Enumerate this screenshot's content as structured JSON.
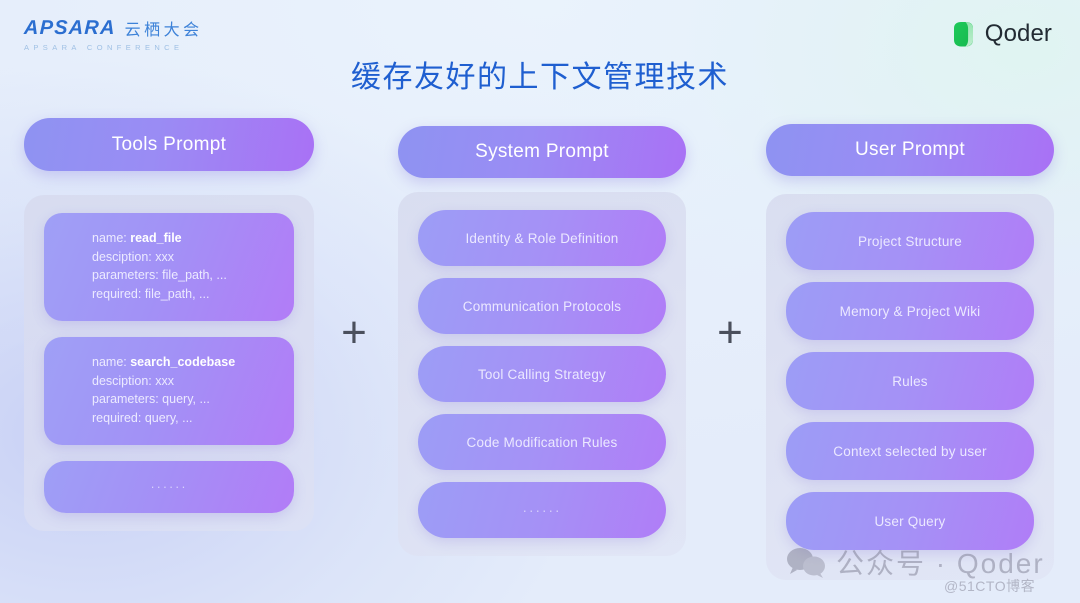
{
  "brand": {
    "apsara_word": "APSARA",
    "apsara_cn": "云栖大会",
    "apsara_sub": "APSARA  CONFERENCE",
    "qoder_name": "Qoder",
    "qoder_icon": "qoder-cube-icon"
  },
  "title": "缓存友好的上下文管理技术",
  "operators": {
    "plus_1": "+",
    "plus_2": "+"
  },
  "columns": [
    {
      "header": "Tools Prompt",
      "cards": [
        {
          "type": "tool",
          "lines": [
            {
              "label": "name: ",
              "value": "read_file",
              "bold": true
            },
            {
              "label": "desciption: ",
              "value": "xxx",
              "bold": false
            },
            {
              "label": "parameters: ",
              "value": "file_path, ...",
              "bold": false
            },
            {
              "label": "required: ",
              "value": "file_path, ...",
              "bold": false
            }
          ]
        },
        {
          "type": "tool",
          "lines": [
            {
              "label": "name: ",
              "value": "search_codebase",
              "bold": true
            },
            {
              "label": "desciption: ",
              "value": "xxx",
              "bold": false
            },
            {
              "label": "parameters: ",
              "value": "query, ...",
              "bold": false
            },
            {
              "label": "required: ",
              "value": "query, ...",
              "bold": false
            }
          ]
        },
        {
          "type": "ellipsis",
          "text": "······"
        }
      ]
    },
    {
      "header": "System Prompt",
      "items": [
        "Identity & Role Definition",
        "Communication Protocols",
        "Tool Calling Strategy",
        "Code Modification Rules",
        "······"
      ]
    },
    {
      "header": "User Prompt",
      "items": [
        "Project Structure",
        "Memory & Project Wiki",
        "Rules",
        "Context selected by user",
        "User Query"
      ]
    }
  ],
  "watermark": {
    "icon": "wechat-icon",
    "text": "公众号 · Qoder",
    "sub": "@51CTO博客"
  },
  "colors": {
    "title": "#1f5fd0",
    "pill_start": "#9c9df6",
    "pill_end": "#b07df7",
    "background": "#e9f1fa",
    "qoder_green": "#21c45d"
  }
}
